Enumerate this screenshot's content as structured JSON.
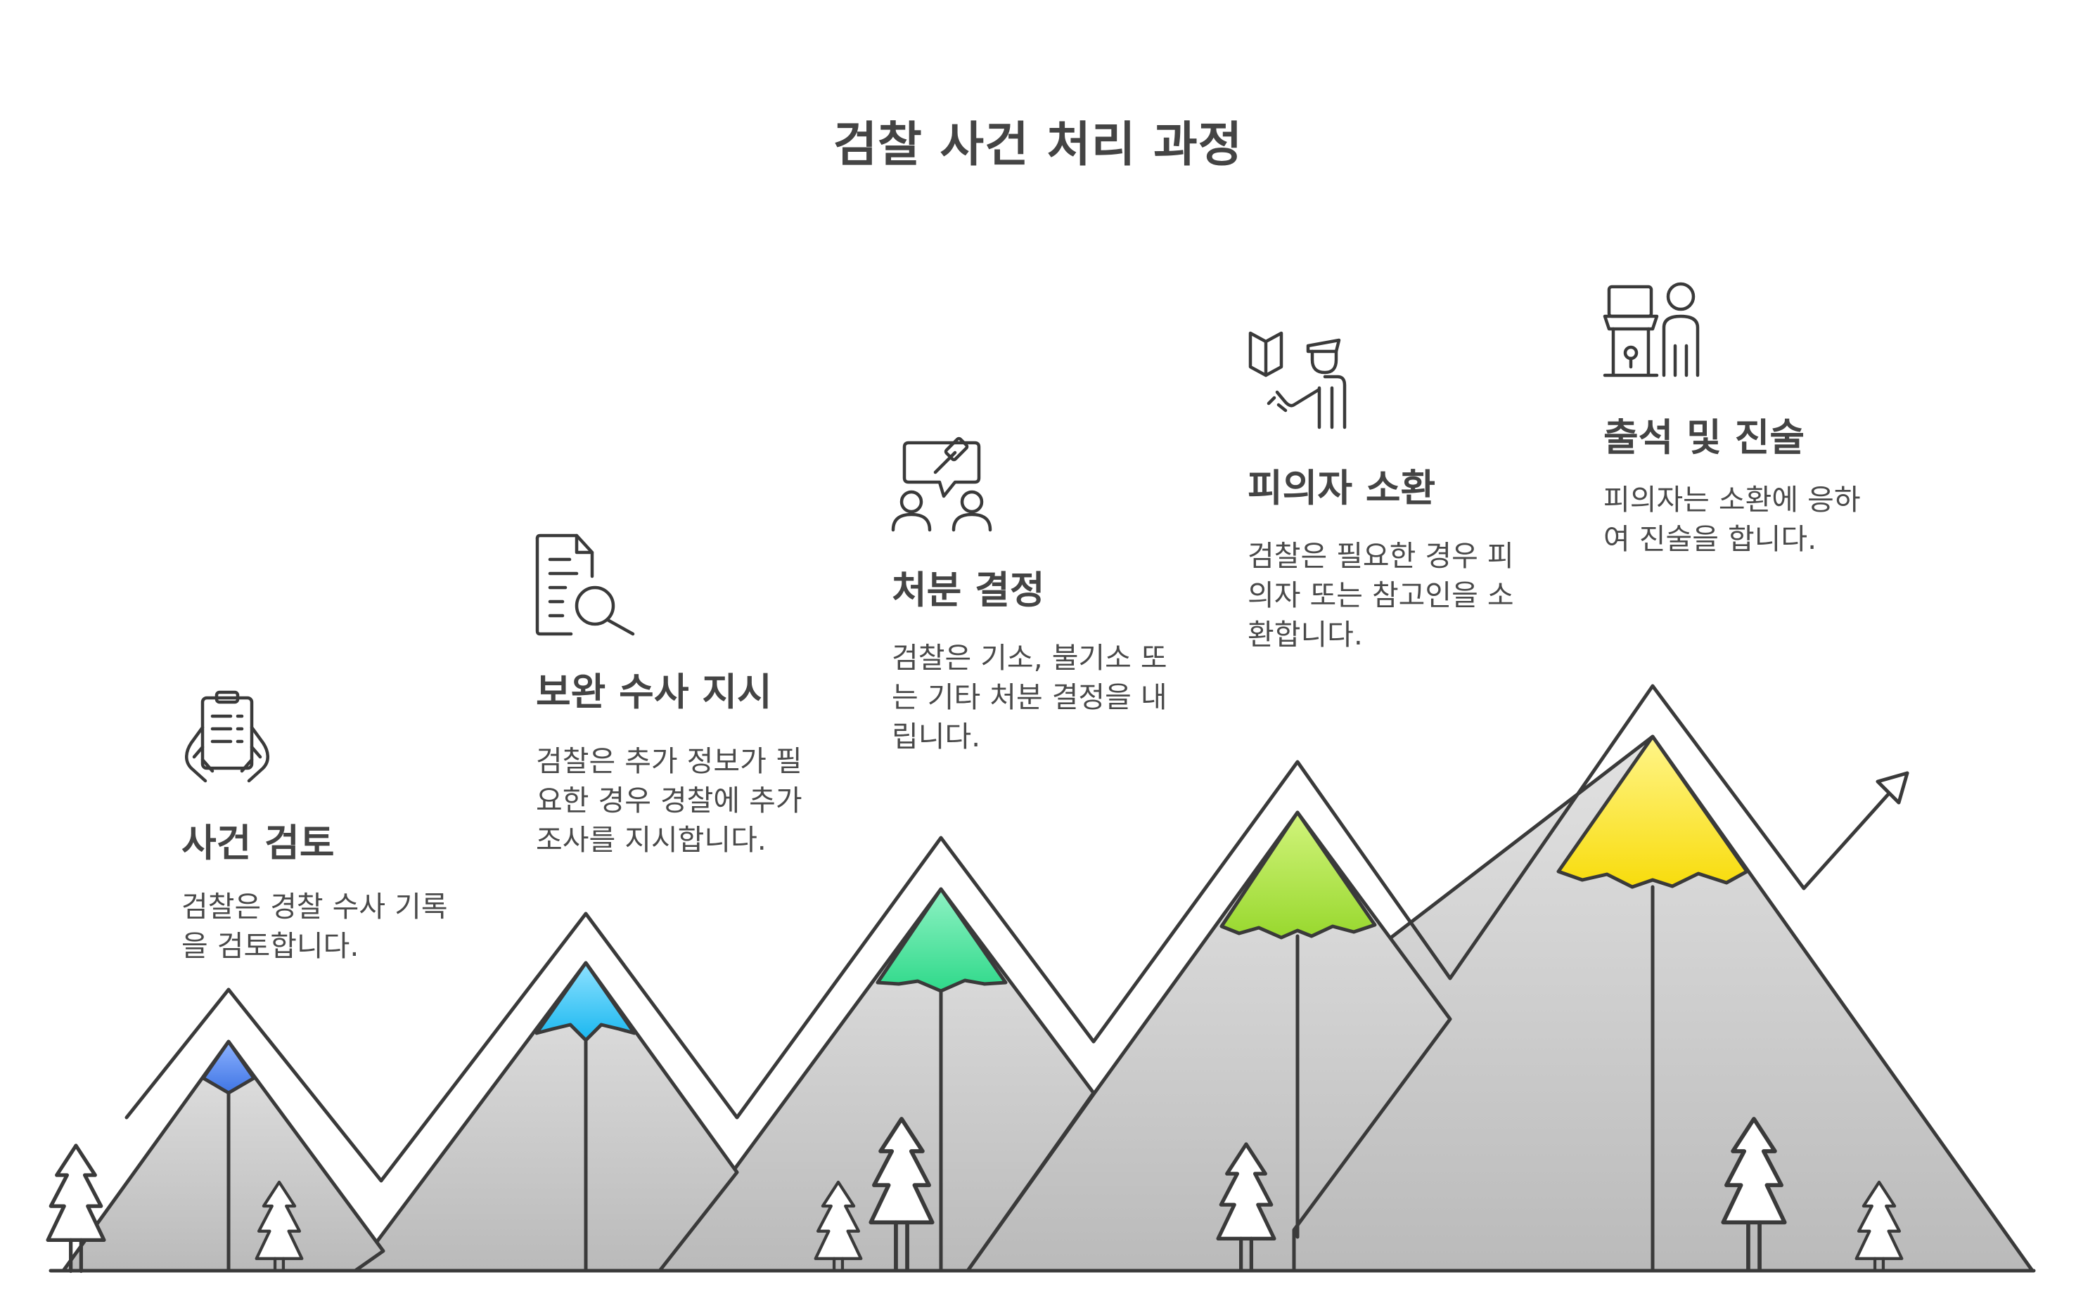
{
  "title": "검찰 사건 처리 과정",
  "steps": [
    {
      "title": "사건 검토",
      "desc_lines": [
        "검찰은 경찰 수사 기록",
        "을 검토합니다."
      ],
      "icon": "document-in-hands-icon",
      "color": "#5b8def"
    },
    {
      "title": "보완 수사 지시",
      "desc_lines": [
        "검찰은 추가 정보가 필",
        "요한 경우 경찰에 추가",
        "조사를 지시합니다."
      ],
      "icon": "document-search-icon",
      "color": "#3fc4f4"
    },
    {
      "title": "처분 결정",
      "desc_lines": [
        "검찰은 기소, 불기소 또",
        "는 기타 처분 결정을 내",
        "립니다."
      ],
      "icon": "gavel-discussion-icon",
      "color": "#4fe0a0"
    },
    {
      "title": "피의자 소환",
      "desc_lines": [
        "검찰은 필요한 경우 피",
        "의자 또는 참고인을 소",
        "환합니다."
      ],
      "icon": "officer-summon-icon",
      "color": "#a6e24a"
    },
    {
      "title": "출석 및 진술",
      "desc_lines": [
        "피의자는 소환에 응하",
        "여 진술을 합니다."
      ],
      "icon": "witness-stand-icon",
      "color": "#f9e020"
    }
  ]
}
